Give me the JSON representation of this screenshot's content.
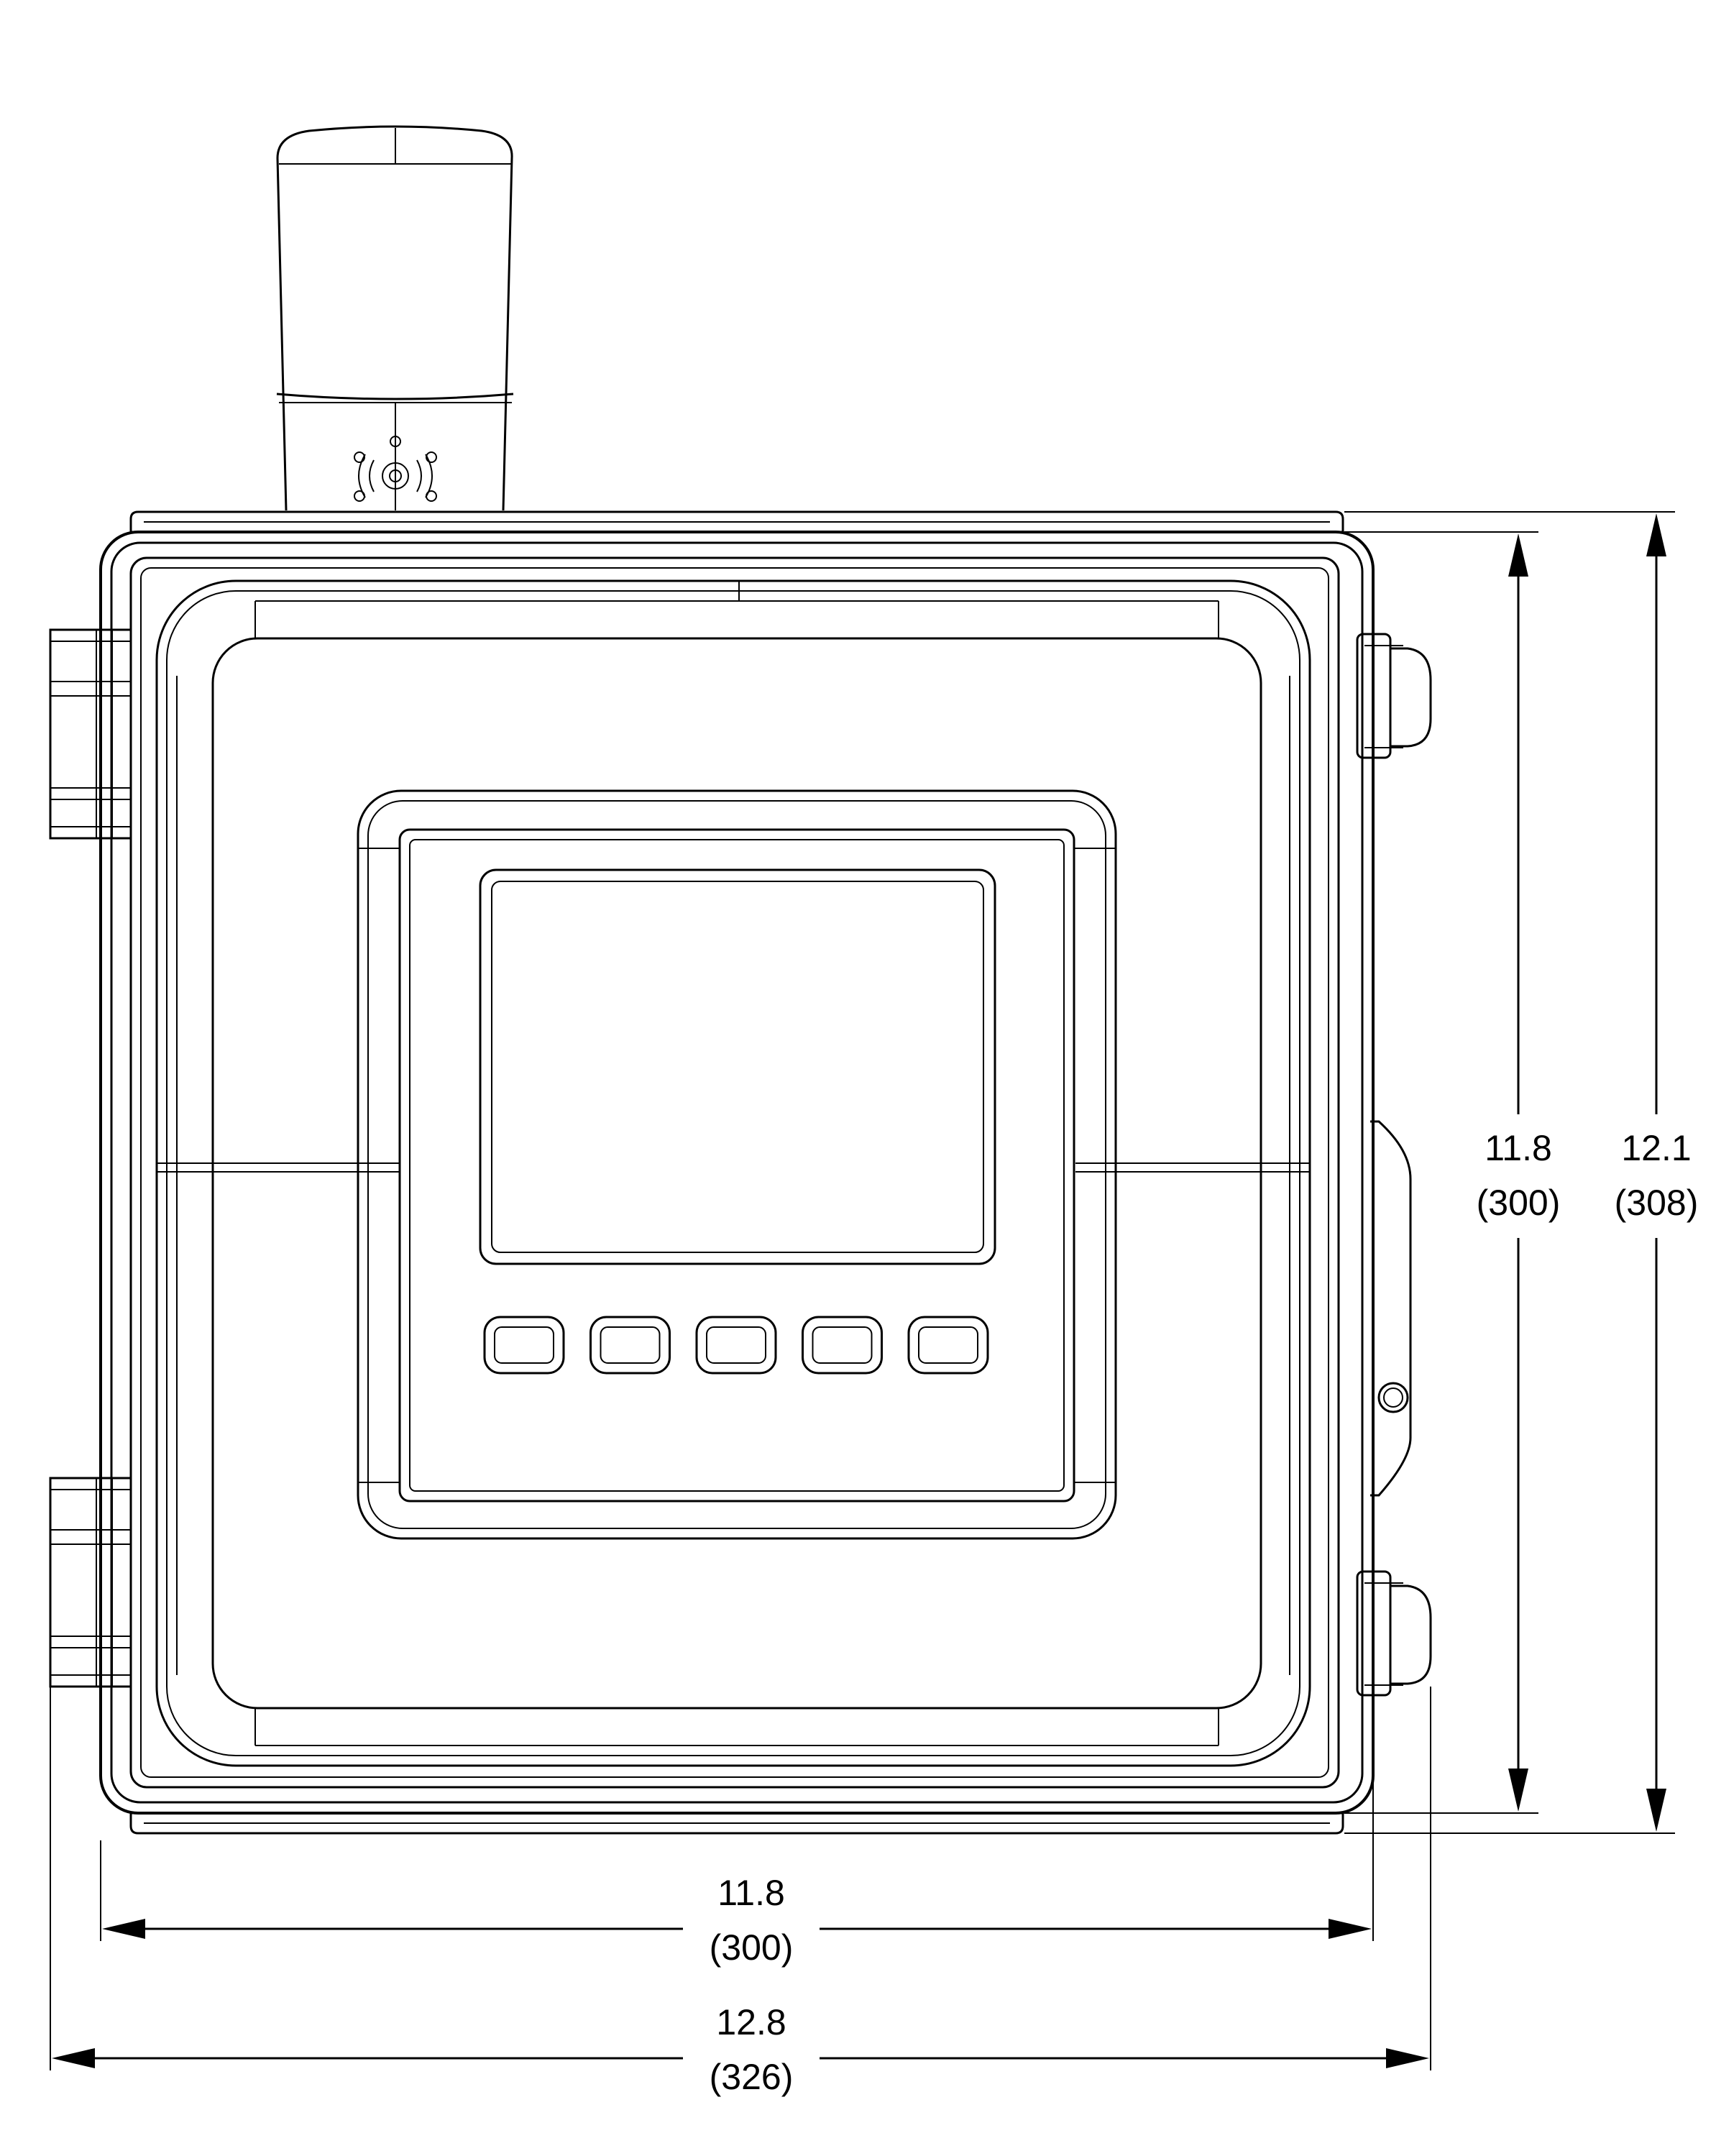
{
  "drawing": {
    "subject": "enclosure front view with beacon and display",
    "line_color": "#000000",
    "background": "#ffffff"
  },
  "dimensions": {
    "inner_height": {
      "value": "11.8",
      "metric": "(300)"
    },
    "overall_height": {
      "value": "12.1",
      "metric": "(308)"
    },
    "body_width": {
      "value": "11.8",
      "metric": "(300)"
    },
    "overall_width": {
      "value": "12.8",
      "metric": "(326)"
    }
  },
  "display": {
    "button_count": 5
  },
  "icons": {
    "beacon": "wireless-signal-icon"
  }
}
